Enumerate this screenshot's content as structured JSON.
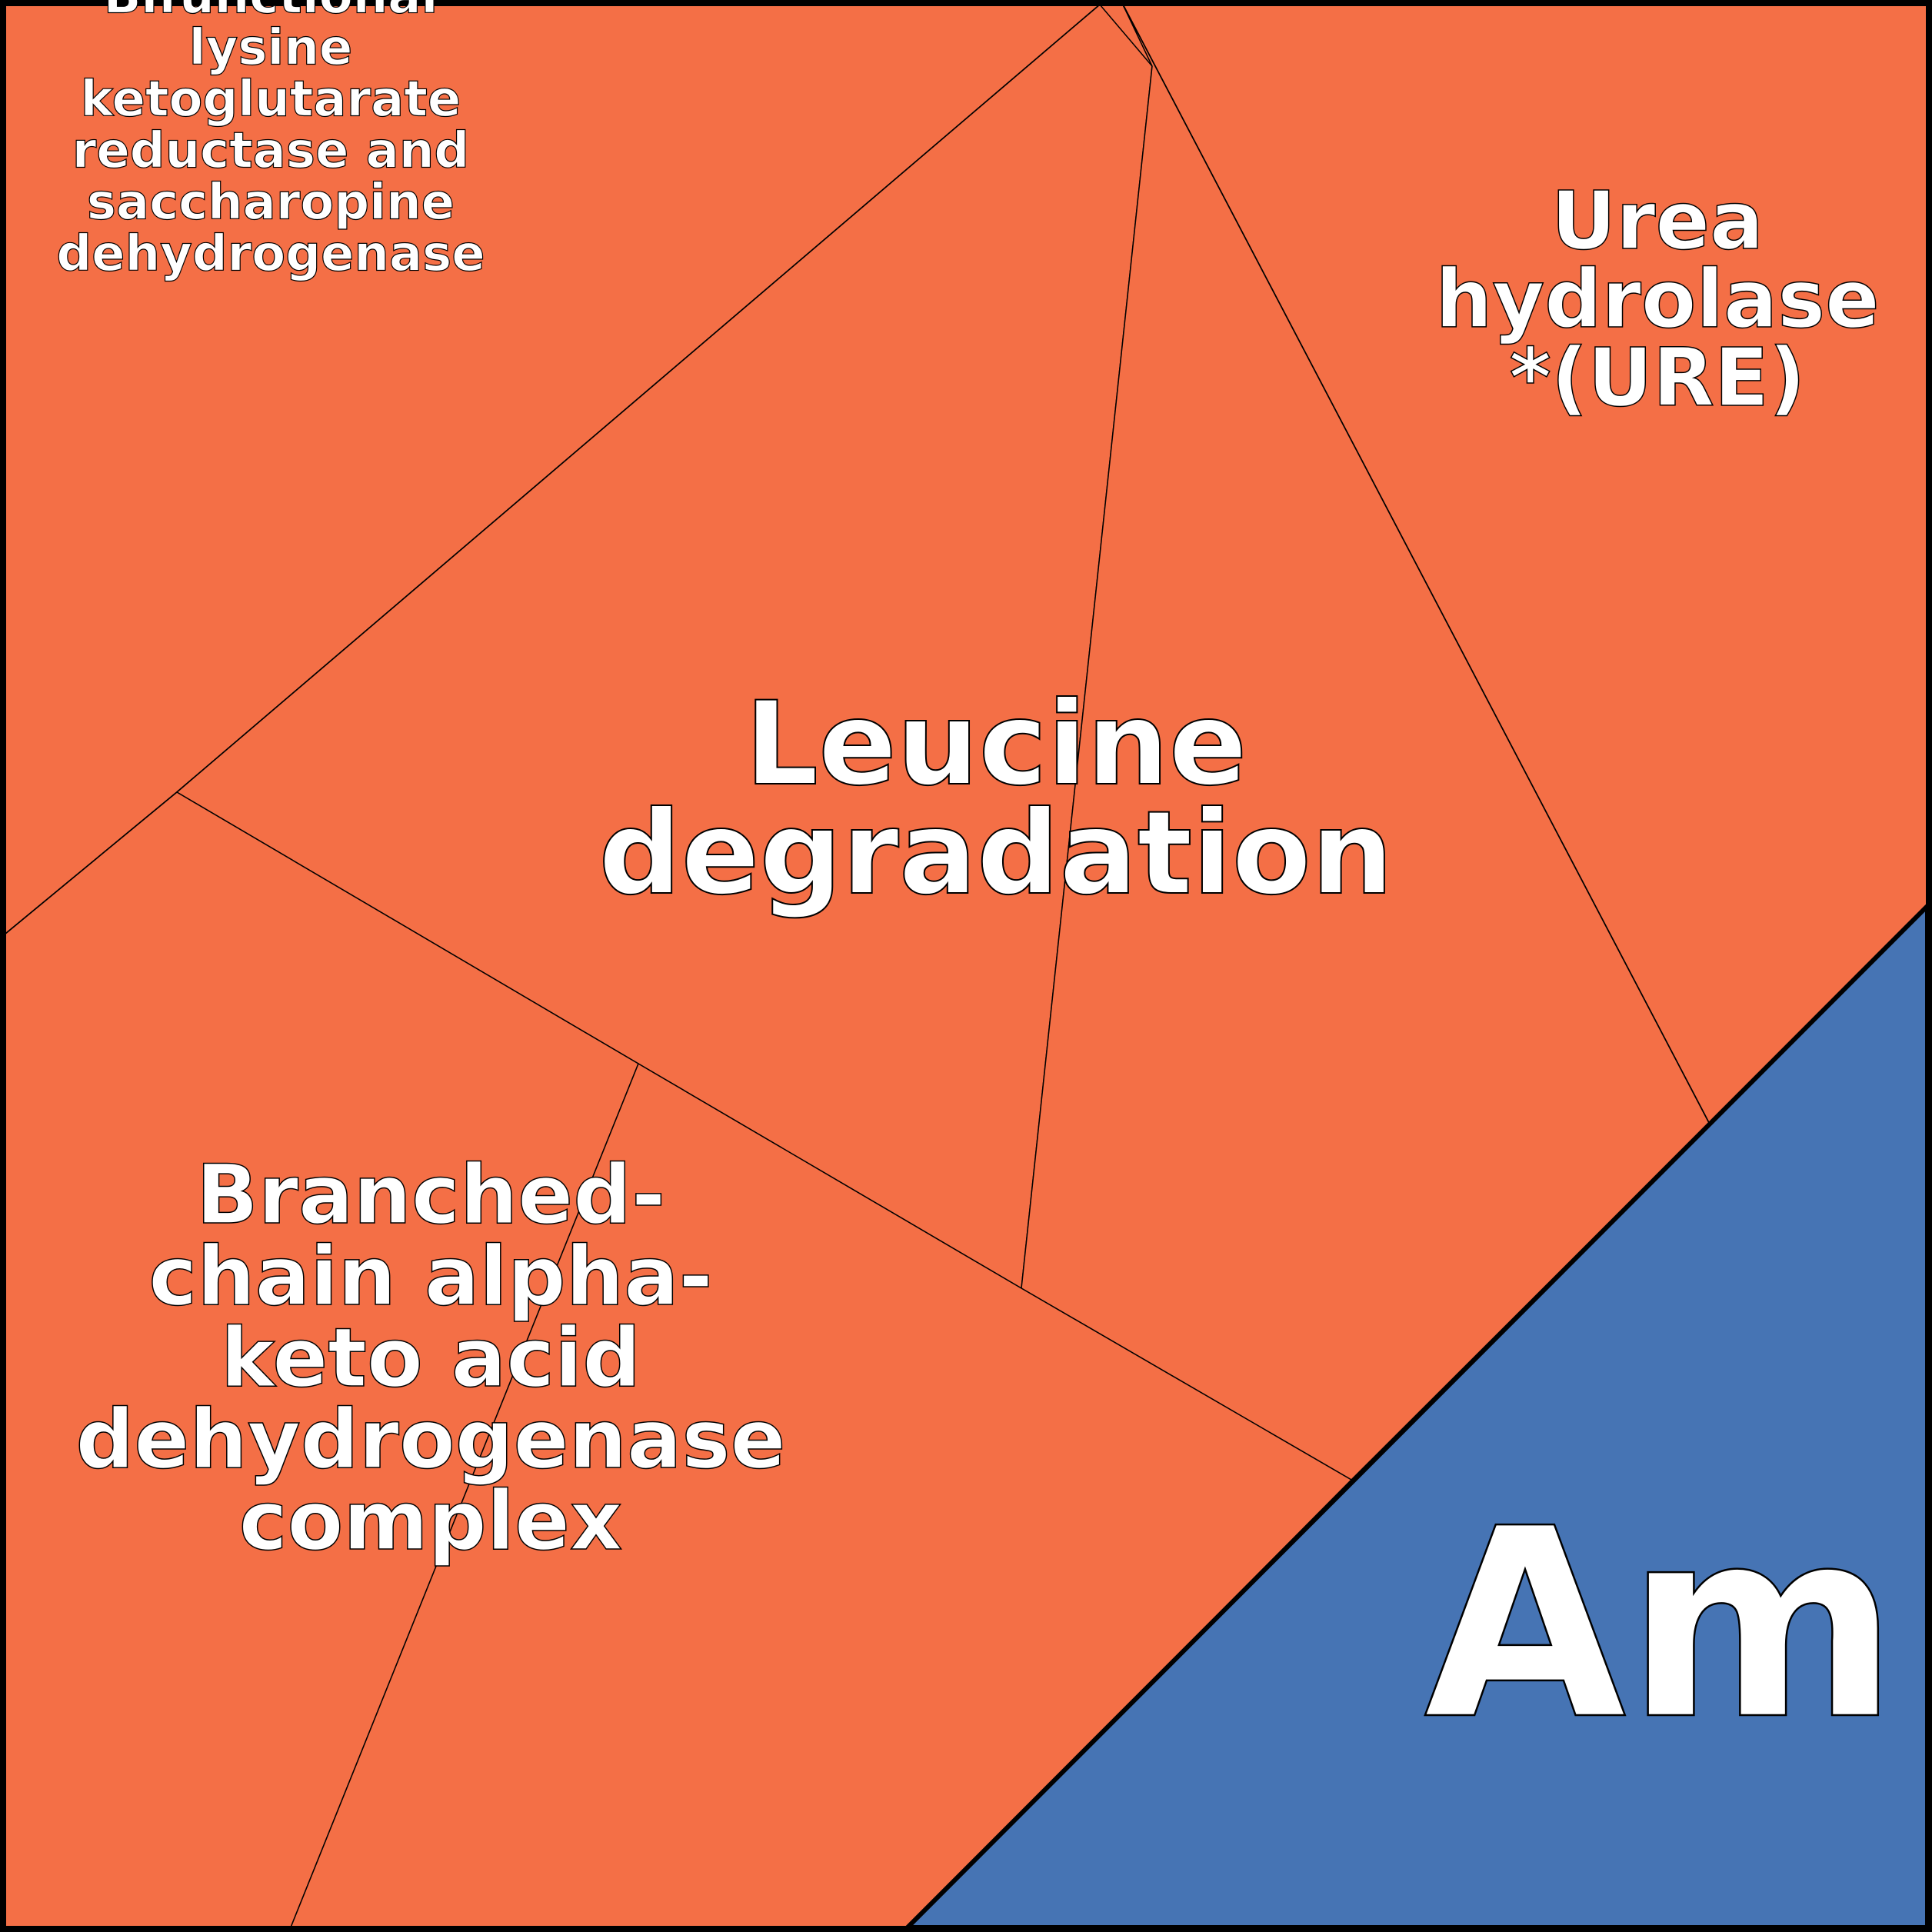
{
  "colors": {
    "orange": "#F46F46",
    "blue": "#4674B4",
    "border": "#000000",
    "text": "#ffffff"
  },
  "labels": {
    "bifunctional": [
      "Bifunctional",
      "lysine",
      "ketoglutarate",
      "reductase and",
      "saccharopine",
      "dehydrogenase"
    ],
    "urea": [
      "Urea",
      "hydrolase",
      "*(URE)"
    ],
    "leucine": [
      "Leucine",
      "degradation"
    ],
    "branched": [
      "Branched-",
      "chain alpha-",
      "keto acid",
      "dehydrogenase",
      "complex"
    ],
    "am": [
      "Am"
    ]
  }
}
